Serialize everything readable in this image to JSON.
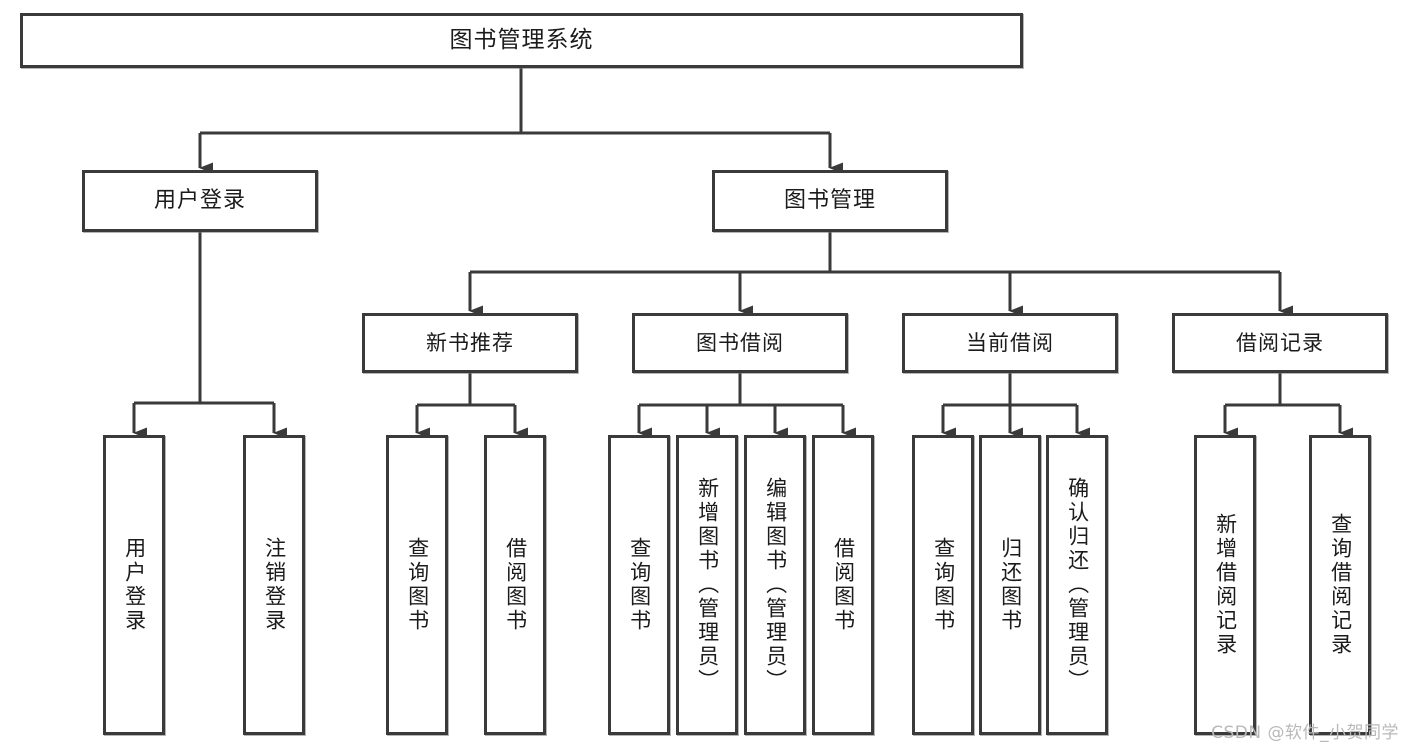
{
  "diagram": {
    "title": "图书管理系统",
    "watermark": "CSDN @软件_小贺同学",
    "line_color": "#3a3a3a",
    "box_fill": "#ffffff",
    "text_color": "#1b1b1b",
    "root": {
      "label": "图书管理系统"
    },
    "level1": [
      {
        "label": "用户登录"
      },
      {
        "label": "图书管理"
      }
    ],
    "level2": [
      {
        "label": "新书推荐"
      },
      {
        "label": "图书借阅"
      },
      {
        "label": "当前借阅"
      },
      {
        "label": "借阅记录"
      }
    ],
    "leaves": {
      "user_login": [
        {
          "label": "用户登录"
        },
        {
          "label": "注销登录"
        }
      ],
      "new_book_recommend": [
        {
          "label": "查询图书"
        },
        {
          "label": "借阅图书"
        }
      ],
      "book_borrow": [
        {
          "label": "查询图书"
        },
        {
          "label": "新增图书（管理员）"
        },
        {
          "label": "编辑图书（管理员）"
        },
        {
          "label": "借阅图书"
        }
      ],
      "current_borrow": [
        {
          "label": "查询图书"
        },
        {
          "label": "归还图书"
        },
        {
          "label": "确认归还（管理员）"
        }
      ],
      "borrow_record": [
        {
          "label": "新增借阅记录"
        },
        {
          "label": "查询借阅记录"
        }
      ]
    }
  }
}
